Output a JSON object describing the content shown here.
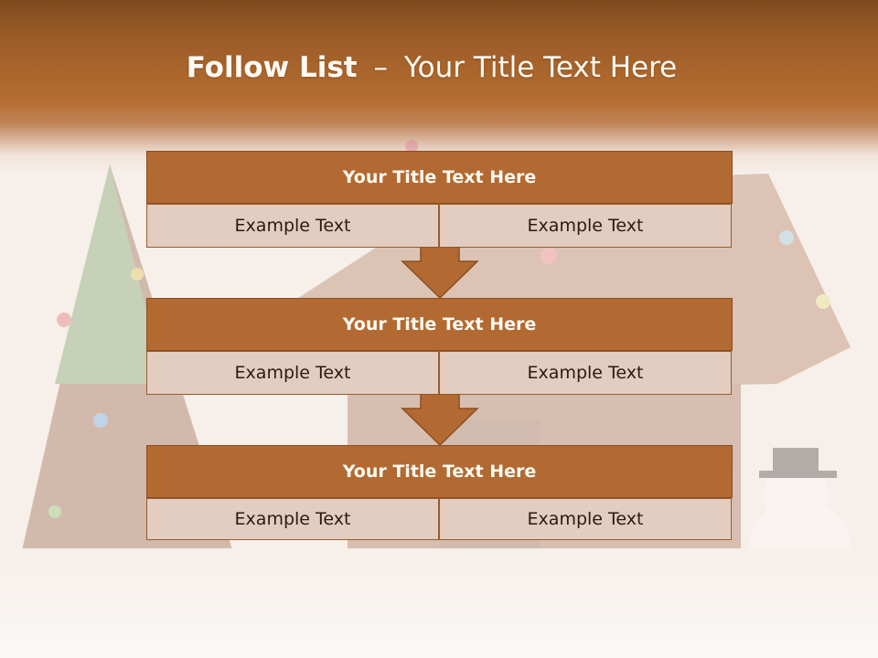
{
  "slide": {
    "title_bold": "Follow List",
    "title_separator": "–",
    "title_rest": "Your Title Text Here"
  },
  "steps": [
    {
      "heading": "Your Title Text Here",
      "left": "Example Text",
      "right": "Example Text"
    },
    {
      "heading": "Your Title Text Here",
      "left": "Example Text",
      "right": "Example Text"
    },
    {
      "heading": "Your Title Text Here",
      "left": "Example Text",
      "right": "Example Text"
    }
  ],
  "colors": {
    "header_brown": "#9b5c27",
    "block_head": "#b26a32",
    "cell_fill": "#e3cdc0",
    "border": "#9a5b2c"
  }
}
